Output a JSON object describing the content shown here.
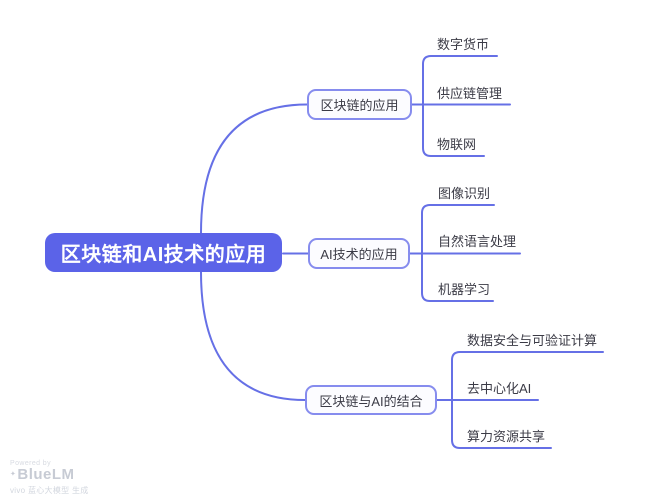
{
  "root": {
    "label": "区块链和AI技术的应用"
  },
  "branches": [
    {
      "label": "区块链的应用",
      "children": [
        "数字货币",
        "供应链管理",
        "物联网"
      ]
    },
    {
      "label": "AI技术的应用",
      "children": [
        "图像识别",
        "自然语言处理",
        "机器学习"
      ]
    },
    {
      "label": "区块链与AI的结合",
      "children": [
        "数据安全与可验证计算",
        "去中心化AI",
        "算力资源共享"
      ]
    }
  ],
  "watermark": {
    "powered_by": "Powered by",
    "brand": "BlueLM",
    "sparkle_icon": "✦",
    "caption": "vivo 蓝心大模型 生成"
  },
  "colors": {
    "root_fill": "#5B63E8",
    "root_text": "#FFFFFF",
    "connector_line": "#6670E6",
    "branch_border": "#868CEE",
    "branch_fill": "#FCFCFF",
    "label_text": "#3B3B46",
    "watermark_text": "#C7CBD4",
    "background": "#FFFFFF"
  }
}
